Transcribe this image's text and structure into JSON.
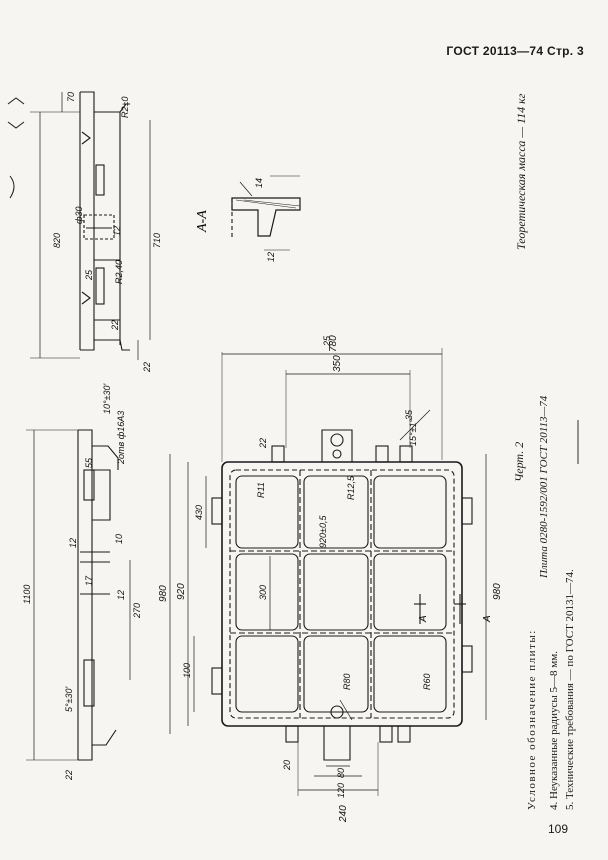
{
  "header": {
    "standard_page": "ГОСТ 20113—74 Стр. 3"
  },
  "page_number": "109",
  "mass_note": "Теоретическая масса — 114 кг",
  "figure_caption": "Черт. 2",
  "designation_title": "Условное обозначение плиты:",
  "designation_value": "Плита 0280-1592/001 ГОСТ 20113—74",
  "notes": [
    "4. Неуказанные радиусы 5—8 мм.",
    "5. Технические требования — по ГОСТ 20131—74."
  ],
  "section_label": "А-А",
  "dims": {
    "d820": "820",
    "d710": "710",
    "d70": "70",
    "d25": "25",
    "d22a": "22",
    "d22b": "22",
    "d12a": "12",
    "d30": "ф30",
    "r1": "R2±0",
    "r2": "R2,40",
    "d1100": "1100",
    "d55": "55",
    "d12b": "12",
    "d10": "10",
    "d17": "17",
    "d270": "270",
    "d12c": "12",
    "d22c": "22",
    "ang1": "5°±30'",
    "ang2": "10°±30'",
    "holes": "2отв ф16А3",
    "d780": "780",
    "d350": "350",
    "d25b": "25",
    "d35": "35",
    "ang3": "15°±1°",
    "d22d": "22",
    "d980a": "980",
    "d920a": "920",
    "d430": "430",
    "d300": "300",
    "d100": "100",
    "d920b": "920±0,5",
    "r11": "R11",
    "r125": "R12,5",
    "r80": "R80",
    "r60": "R60",
    "d980b": "980",
    "d20": "20",
    "d80": "80",
    "d120": "120",
    "d240": "240",
    "d14": "14",
    "d12d": "12",
    "markA": "А"
  }
}
